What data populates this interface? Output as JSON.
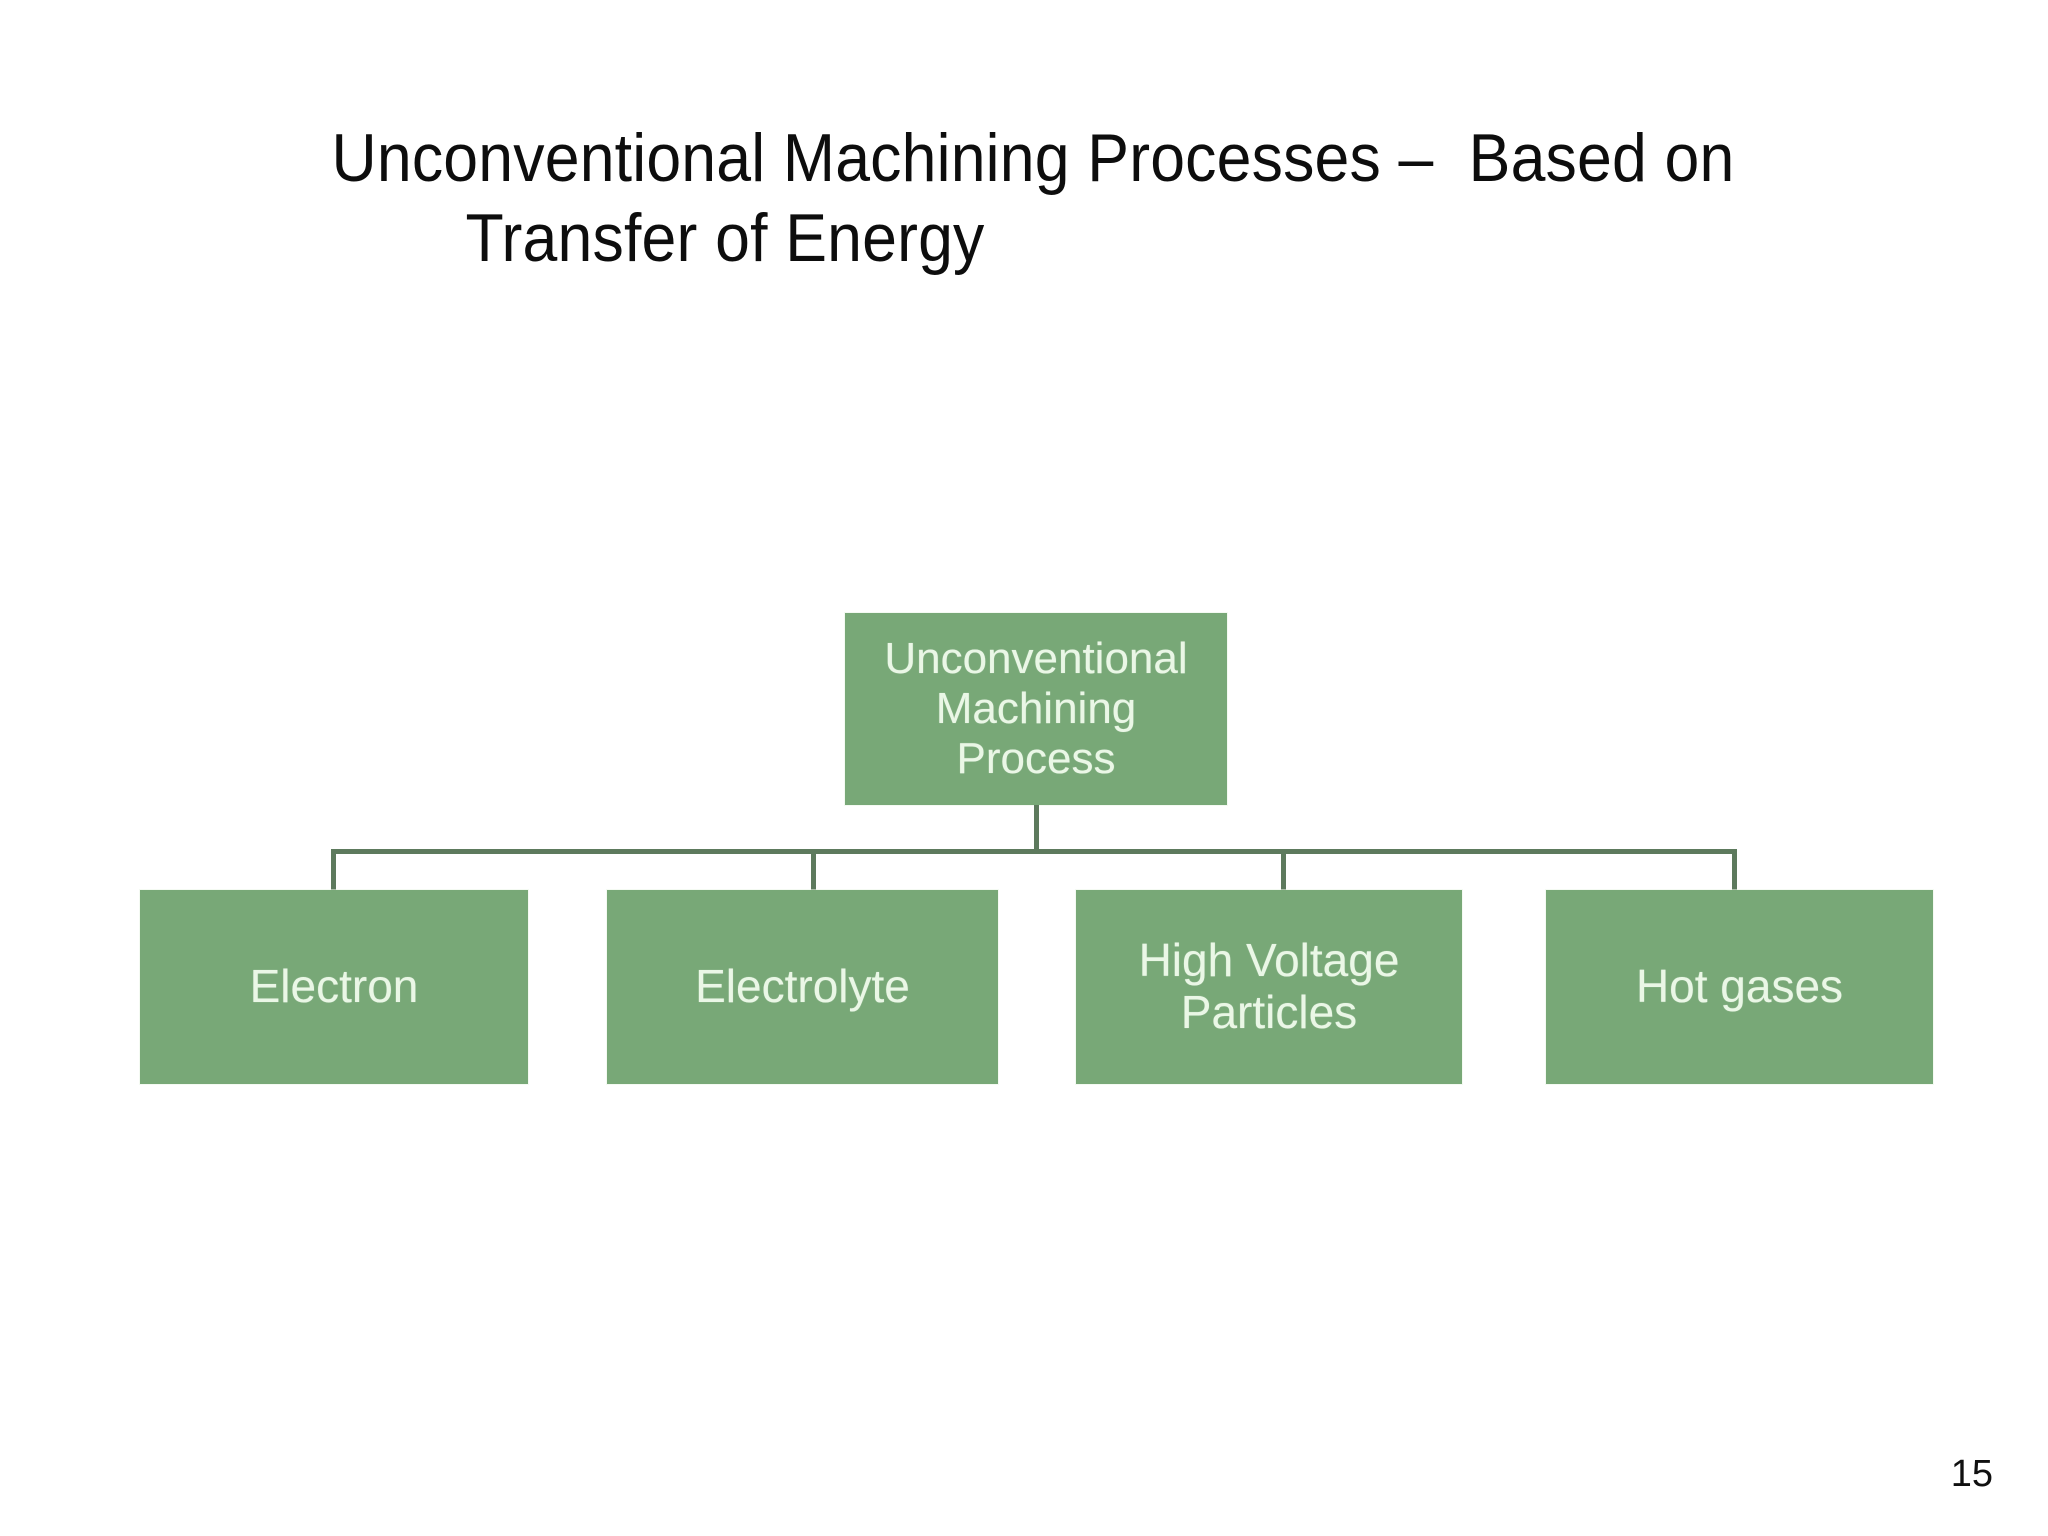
{
  "slide": {
    "background_color": "#ffffff",
    "page_number": "15"
  },
  "title": {
    "line1": "Unconventional Machining Processes –  Based on",
    "line2": "Transfer of Energy",
    "color": "#0d0d0d"
  },
  "diagram": {
    "type": "tree",
    "node_fill_color": "#78a877",
    "node_text_color": "#eaf7e6",
    "connector_color": "#5d7a5d",
    "root": {
      "lines": [
        "Unconventional",
        "Machining",
        "Process"
      ]
    },
    "children": [
      {
        "lines": [
          "Electron"
        ]
      },
      {
        "lines": [
          "Electrolyte"
        ]
      },
      {
        "lines": [
          "High Voltage",
          "Particles"
        ]
      },
      {
        "lines": [
          "Hot gases"
        ]
      }
    ]
  }
}
